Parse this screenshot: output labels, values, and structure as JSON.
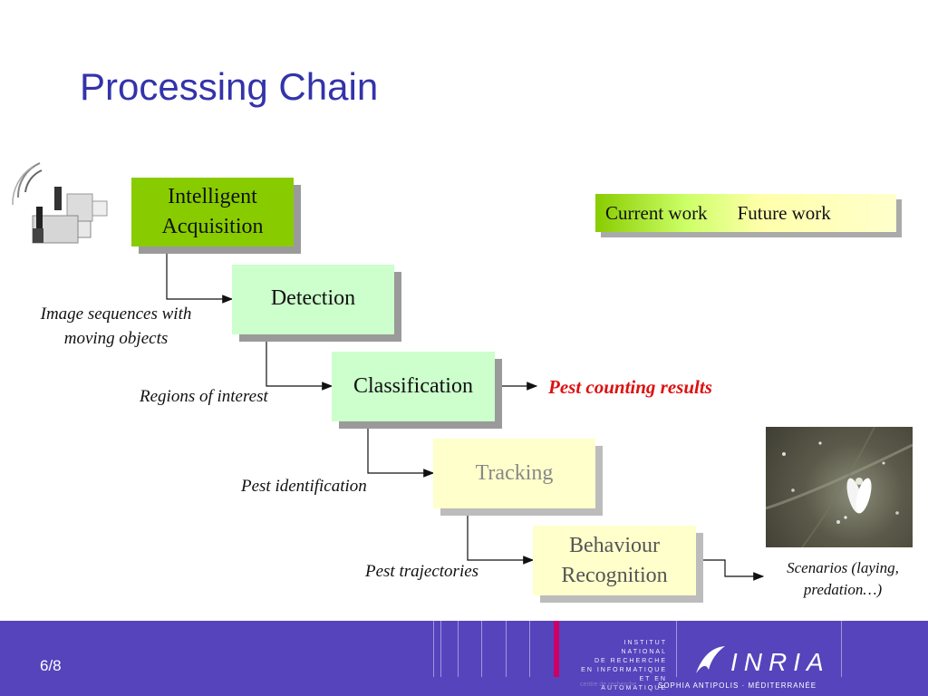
{
  "slide": {
    "title": "Processing Chain",
    "page_number": "6/8"
  },
  "legend": {
    "current": "Current work",
    "future": "Future work"
  },
  "stages": {
    "acquisition_line1": "Intelligent",
    "acquisition_line2": "Acquisition",
    "detection": "Detection",
    "classification": "Classification",
    "tracking": "Tracking",
    "behaviour_line1": "Behaviour",
    "behaviour_line2": "Recognition"
  },
  "labels": {
    "image_sequences_line1": "Image sequences with",
    "image_sequences_line2": "moving objects",
    "regions": "Regions of interest",
    "identification": "Pest identification",
    "trajectories": "Pest trajectories",
    "results": "Pest counting results",
    "scenarios_line1": "Scenarios (laying,",
    "scenarios_line2": "predation…)"
  },
  "footer": {
    "institute_lines": [
      "INSTITUT NATIONAL",
      "DE RECHERCHE",
      "EN INFORMATIQUE",
      "ET EN AUTOMATIQUE"
    ],
    "logo_text": "INRIA",
    "centre_text": "centre de recherche",
    "site_text": "SOPHIA ANTIPOLIS · MÉDITERRANÉE"
  },
  "colors": {
    "title": "#3333aa",
    "current_work": "#88cc00",
    "current_light": "#ccffcc",
    "future_work": "#ffffcc",
    "results": "#dd1111",
    "footer": "#5544bb"
  },
  "icons": {
    "camera": "camera-icon",
    "insect_photo": "whitefly-photo"
  }
}
